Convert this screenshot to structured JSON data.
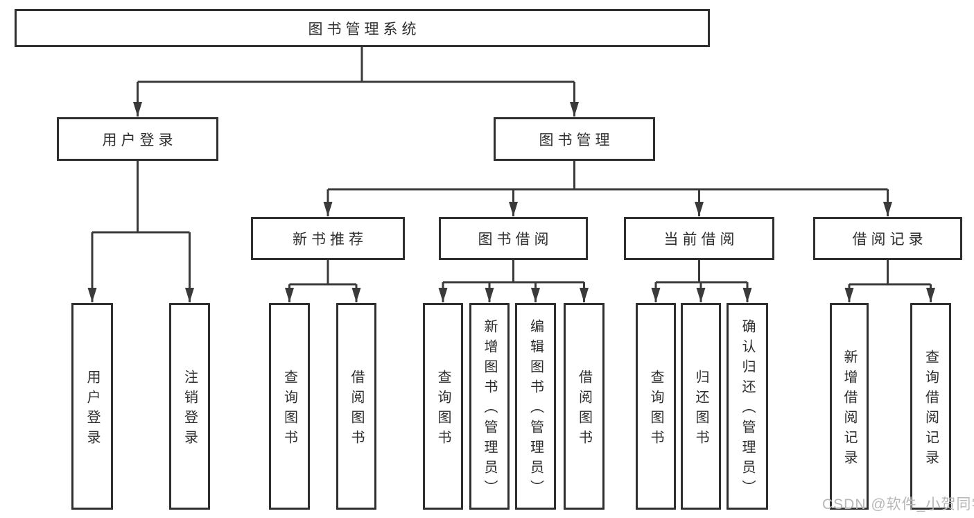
{
  "tree": {
    "root": {
      "label": "图书管理系统",
      "children": [
        {
          "label": "用户登录",
          "children": [
            {
              "label": "用户登录"
            },
            {
              "label": "注销登录"
            }
          ]
        },
        {
          "label": "图书管理",
          "children": [
            {
              "label": "新书推荐",
              "children": [
                {
                  "label": "查询图书"
                },
                {
                  "label": "借阅图书"
                }
              ]
            },
            {
              "label": "图书借阅",
              "children": [
                {
                  "label": "查询图书"
                },
                {
                  "label": "新增图书（管理员）"
                },
                {
                  "label": "编辑图书（管理员）"
                },
                {
                  "label": "借阅图书"
                }
              ]
            },
            {
              "label": "当前借阅",
              "children": [
                {
                  "label": "查询图书"
                },
                {
                  "label": "归还图书"
                },
                {
                  "label": "确认归还（管理员）"
                }
              ]
            },
            {
              "label": "借阅记录",
              "children": [
                {
                  "label": "新增借阅记录"
                },
                {
                  "label": "查询借阅记录"
                }
              ]
            }
          ]
        }
      ]
    }
  },
  "watermark": {
    "text": "CSDN @软件_小贺同学"
  },
  "colors": {
    "background": "#ffffff",
    "box_border": "#2f2f2f",
    "connector": "#3a3a3a",
    "text": "#2e2e2e",
    "watermark": "#b7b7b7"
  }
}
